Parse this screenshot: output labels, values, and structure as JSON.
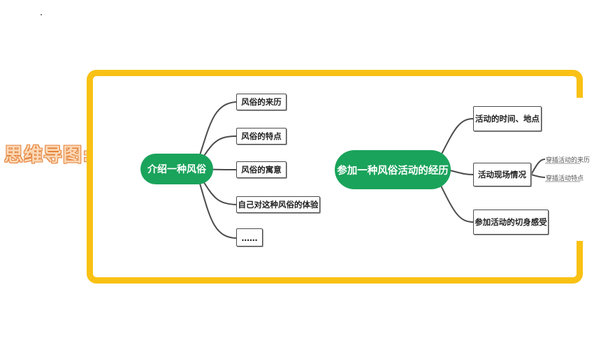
{
  "side_title": "思维导图:",
  "left_map": {
    "root": "介绍一种风俗",
    "branches": [
      "风俗的来历",
      "风俗的特点",
      "风俗的寓意",
      "自己对这种风俗的体验",
      "……"
    ]
  },
  "right_map": {
    "root": "参加一种风俗活动的经历",
    "branches": [
      "活动的时间、地点",
      "活动现场情况",
      "参加活动的切身感受"
    ],
    "sub_branches": [
      "穿插活动的来历",
      "穿插活动特点"
    ]
  },
  "colors": {
    "frame": "#f9c114",
    "root": "#1aa35b",
    "title": "#f3a25a"
  }
}
